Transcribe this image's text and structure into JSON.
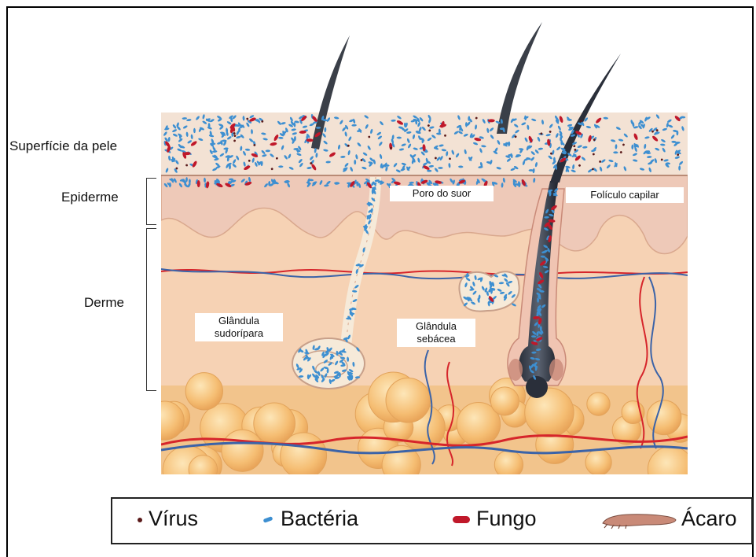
{
  "layers": {
    "surface": "Superfície da pele",
    "epidermis": "Epiderme",
    "dermis": "Derme"
  },
  "structures": {
    "sweat_pore": "Poro do suor",
    "hair_follicle": "Folículo capilar",
    "sweat_gland_line1": "Glândula",
    "sweat_gland_line2": "sudorípara",
    "sebaceous_gland_line1": "Glândula",
    "sebaceous_gland_line2": "sebácea"
  },
  "legend": {
    "virus": "Vírus",
    "bacteria": "Bactéria",
    "fungus": "Fungo",
    "mite": "Ácaro"
  },
  "colors": {
    "virus": "#5a1a1a",
    "bacteria": "#3d8fd1",
    "fungus": "#c0182a",
    "mite": "#c98a78",
    "surface": "#f3e2d4",
    "epidermis": "#eec9b8",
    "dermis": "#f6d2b4",
    "fat": "#f6c27a",
    "artery": "#d6252b",
    "vein": "#3b63a8"
  }
}
